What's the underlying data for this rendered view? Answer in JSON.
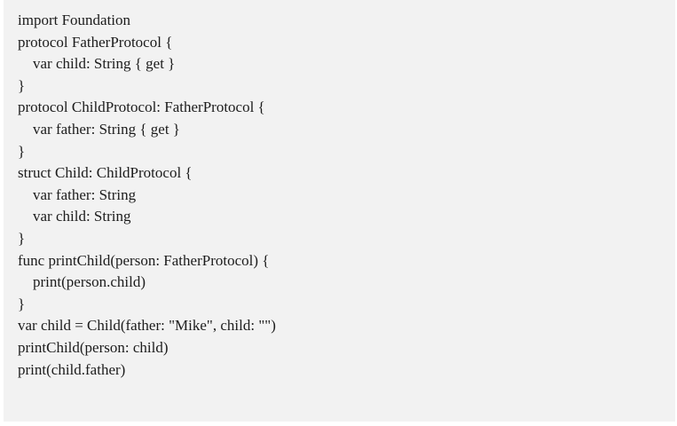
{
  "code": {
    "lines": [
      "import Foundation",
      "protocol FatherProtocol {",
      "    var child: String { get }",
      "}",
      "protocol ChildProtocol: FatherProtocol {",
      "    var father: String { get }",
      "}",
      "struct Child: ChildProtocol {",
      "    var father: String",
      "    var child: String",
      "}",
      "func printChild(person: FatherProtocol) {",
      "    print(person.child)",
      "}",
      "var child = Child(father: \"Mike\", child: \"\")",
      "printChild(person: child)",
      "print(child.father)"
    ]
  },
  "colors": {
    "background": "#f2f2f2",
    "text": "#1c1c1c"
  }
}
